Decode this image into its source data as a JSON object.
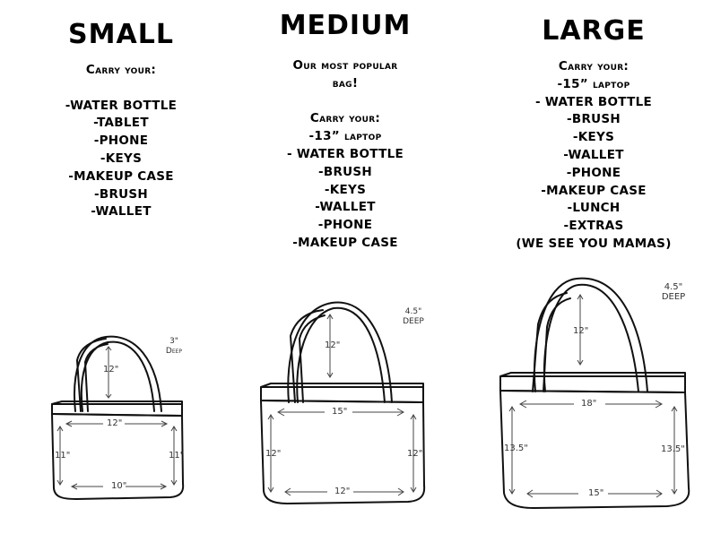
{
  "columns": [
    {
      "id": "small",
      "title": "SMALL",
      "intro": [],
      "carry_label": "Carry your:",
      "items": [
        "-WATER BOTTLE",
        "-TABLET",
        "-PHONE",
        "-KEYS",
        "-MAKEUP CASE",
        "-BRUSH",
        "-WALLET"
      ],
      "bag": {
        "handle_height": "12\"",
        "top_width": "12\"",
        "bottom_width": "10\"",
        "left_height": "11\"",
        "right_height": "11\"",
        "depth_value": "3\"",
        "depth_label": "Deep"
      }
    },
    {
      "id": "medium",
      "title": "MEDIUM",
      "intro": [
        "Our most popular",
        "bag!"
      ],
      "carry_label": "Carry your:",
      "items": [
        "-13” laptop",
        "- WATER BOTTLE",
        "-BRUSH",
        "-KEYS",
        "-WALLET",
        "-PHONE",
        "-MAKEUP CASE"
      ],
      "bag": {
        "handle_height": "12\"",
        "top_width": "15\"",
        "bottom_width": "12\"",
        "left_height": "12\"",
        "right_height": "12\"",
        "depth_value": "4.5\"",
        "depth_label": "DEEP"
      }
    },
    {
      "id": "large",
      "title": "LARGE",
      "intro": [],
      "carry_label": "Carry your:",
      "items": [
        "-15” laptop",
        "- WATER BOTTLE",
        "-BRUSH",
        "-KEYS",
        "-WALLET",
        "-PHONE",
        "-MAKEUP CASE",
        "-LUNCH",
        "-EXTRAS",
        "(WE SEE YOU MAMAS)"
      ],
      "bag": {
        "handle_height": "12\"",
        "top_width": "18\"",
        "bottom_width": "15\"",
        "left_height": "13.5\"",
        "right_height": "13.5\"",
        "depth_value": "4.5\"",
        "depth_label": "DEEP"
      }
    }
  ],
  "colors": {
    "background": "#ffffff",
    "text": "#000000",
    "dimension_text": "#333333",
    "outline": "#111111"
  }
}
